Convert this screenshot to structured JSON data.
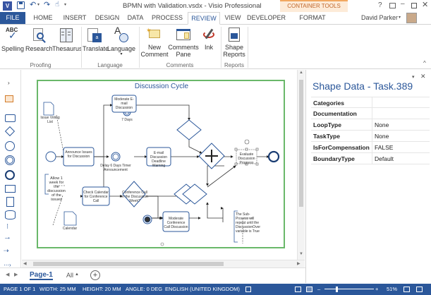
{
  "window": {
    "title": "BPMN with Validation.vsdx - Visio Professional",
    "context_tab_group": "CONTAINER TOOLS",
    "help": "?",
    "user": "David Parker"
  },
  "tabs": [
    {
      "label": "FILE"
    },
    {
      "label": "HOME"
    },
    {
      "label": "INSERT"
    },
    {
      "label": "DESIGN"
    },
    {
      "label": "DATA"
    },
    {
      "label": "PROCESS"
    },
    {
      "label": "REVIEW"
    },
    {
      "label": "VIEW"
    },
    {
      "label": "DEVELOPER"
    },
    {
      "label": "FORMAT"
    }
  ],
  "ribbon": {
    "proofing": {
      "label": "Proofing",
      "spelling": "Spelling",
      "spelling_icon_text": "ABC",
      "research": "Research",
      "thesaurus": "Thesaurus"
    },
    "language": {
      "label": "Language",
      "translate": "Translate",
      "language": "Language"
    },
    "comments": {
      "label": "Comments",
      "new_comment_1": "New",
      "new_comment_2": "Comment",
      "comments_pane_1": "Comments",
      "comments_pane_2": "Pane",
      "ink": "Ink"
    },
    "reports": {
      "label": "Reports",
      "shape_reports_1": "Shape",
      "shape_reports_2": "Reports"
    }
  },
  "diagram": {
    "title": "Discussion Cycle",
    "issue_list": "Issue Voting List",
    "announce": "Announce Issues for Discussion",
    "moderate_email": "Moderate E-mail Discussion",
    "timer_1": "7 Days",
    "delay": "Delay 6 Days Timer Announcement",
    "email_warning": "E-mail Discussion Deadline Warning",
    "evaluate": "Evaluate Discussion Progress",
    "allow_note": "Allow 1 week for the discussion of the issues",
    "check_calendar": "Check Calendar for Conference Call",
    "conf_call_gw": "Conference Call in the Discussion Week?",
    "moderate_conf": "Moderate Conference Call Discussion",
    "calendar": "Calendar",
    "subprocess_note": "The Sub-Process will repeat until the DiscussionOver variable is True"
  },
  "shape_data": {
    "title": "Shape Data - Task.389",
    "rows": [
      {
        "key": "Categories",
        "value": ""
      },
      {
        "key": "Documentation",
        "value": ""
      },
      {
        "key": "LoopType",
        "value": "None"
      },
      {
        "key": "TaskType",
        "value": "None"
      },
      {
        "key": "IsForCompensation",
        "value": "FALSE"
      },
      {
        "key": "BoundaryType",
        "value": "Default"
      }
    ]
  },
  "pages": {
    "active": "Page-1",
    "all": "All",
    "add": "+"
  },
  "status": {
    "page": "PAGE 1 OF 1",
    "width": "WIDTH: 25 MM",
    "height": "HEIGHT: 20 MM",
    "angle": "ANGLE: 0 DEG",
    "language": "ENGLISH (UNITED KINGDOM)",
    "zoom": "51%"
  },
  "colors": {
    "brand": "#2b579a",
    "context_tab": "#f2a860",
    "container_border": "#6ab86a",
    "diagram_title": "#2b579a"
  }
}
